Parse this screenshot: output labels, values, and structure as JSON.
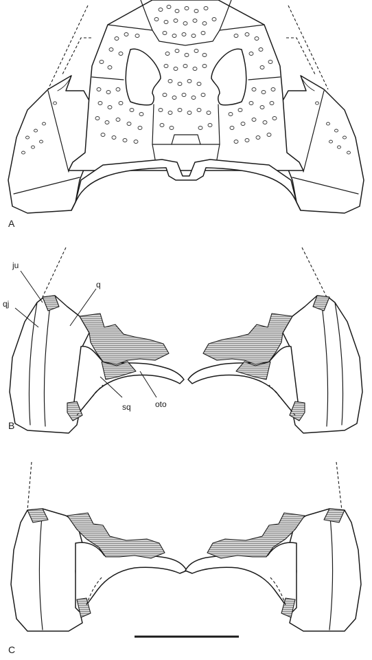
{
  "panels": {
    "a": "A",
    "b": "B",
    "c": "C"
  },
  "labels": {
    "ju": "ju",
    "qj": "qj",
    "q": "q",
    "sq": "sq",
    "oto": "oto"
  },
  "colors": {
    "line": "#1a1a1a",
    "hatch_fill": "#cfcfcf",
    "background": "#ffffff"
  }
}
